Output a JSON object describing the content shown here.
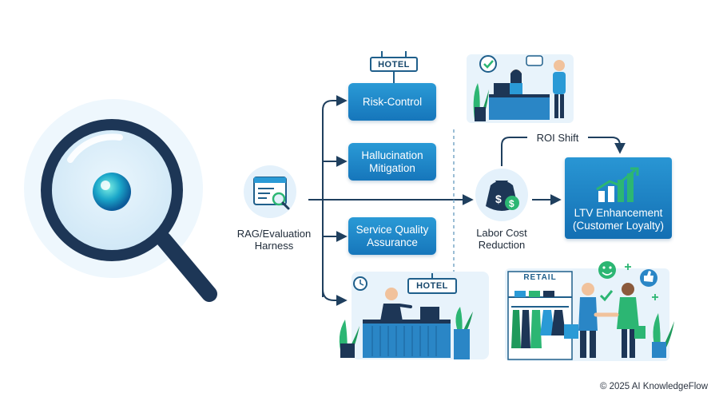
{
  "nodes": {
    "harness": "RAG/Evaluation\nHarness",
    "risk_control": "Risk-Control",
    "hallucination": "Hallucination\nMitigation",
    "service_quality": "Service Quality\nAssurance",
    "labor_cost": "Labor Cost\nReduction",
    "ltv": "LTV Enhancement\n(Customer Loyalty)",
    "roi_shift": "ROI Shift"
  },
  "signs": {
    "hotel_top": "HOTEL",
    "hotel_bottom": "HOTEL",
    "retail": "RETAIL"
  },
  "footer": {
    "copyright": "© 2025 AI KnowledgeFlow"
  },
  "icons": [
    "magnifying-glass-icon",
    "document-search-icon",
    "hotel-front-desk-icon",
    "money-bag-icon",
    "growth-chart-icon",
    "hotel-lobby-icon",
    "retail-store-icon",
    "check-icon",
    "speech-bubble-icon",
    "clock-icon",
    "smiley-icon",
    "thumbs-up-icon"
  ],
  "colors": {
    "box_top": "#2a9ad6",
    "box_bottom": "#1676bb",
    "line": "#1f3f5e",
    "accent_green": "#2cb673",
    "navy": "#1b3a5a"
  }
}
